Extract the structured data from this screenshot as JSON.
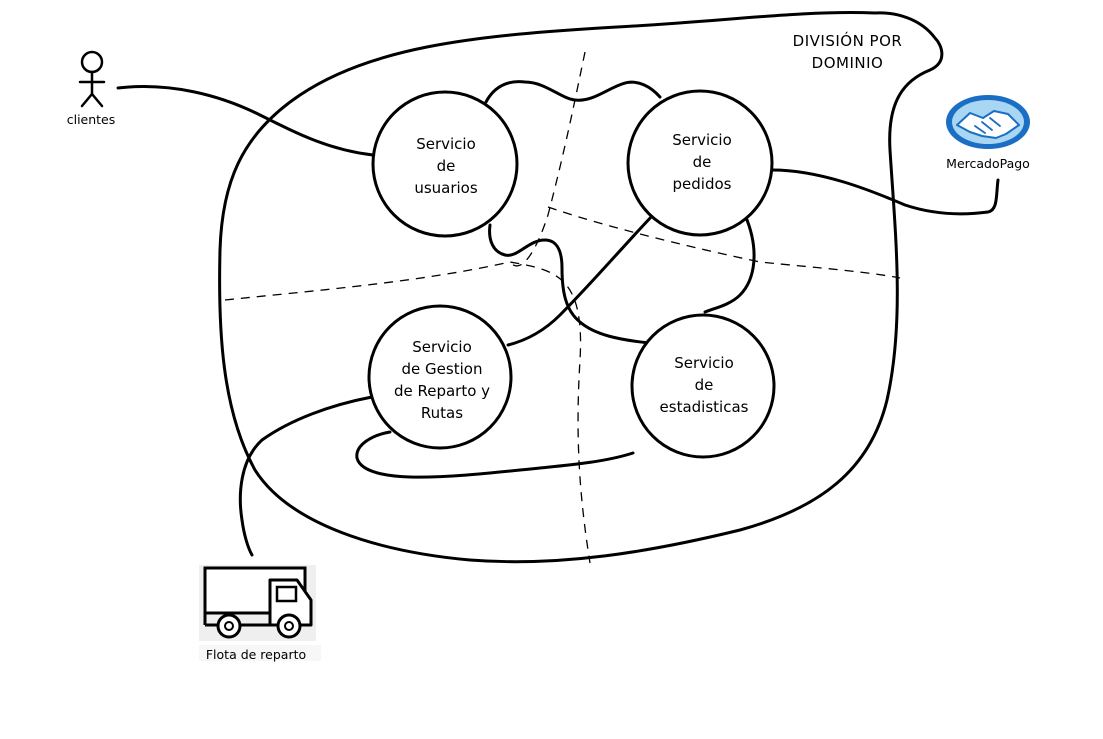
{
  "title": "DIVISIÓN POR\nDOMINIO",
  "actors": {
    "clientes": "clientes",
    "mercadopago": "MercadoPago",
    "flota": "Flota de reparto"
  },
  "services": {
    "usuarios": "Servicio\nde\nusuarios",
    "pedidos": "Servicio\nde\npedidos",
    "reparto": "Servicio\nde Gestion\nde Reparto y\nRutas",
    "estadisticas": "Servicio\nde\nestadisticas"
  },
  "colors": {
    "stroke": "#000000",
    "mercadopago_blue": "#1a6fc4",
    "mercadopago_light": "#a9d6f2"
  }
}
